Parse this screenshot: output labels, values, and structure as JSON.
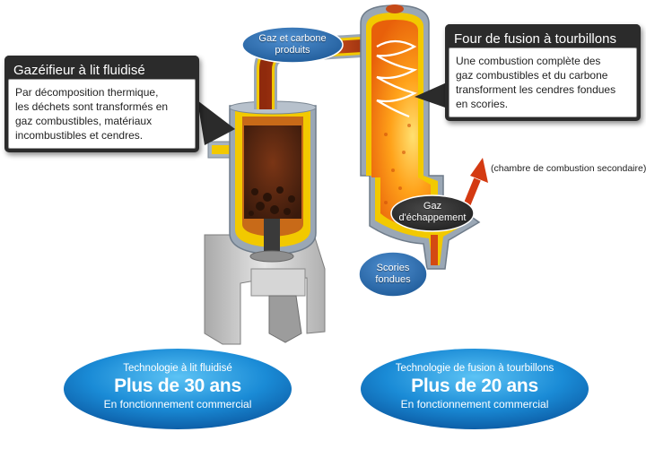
{
  "gasifier": {
    "title": "Gazéifieur à lit fluidisé",
    "lines": [
      "Par décomposition thermique,",
      "les déchets sont transformés en",
      "gaz combustibles, matériaux",
      "incombustibles et cendres."
    ]
  },
  "furnace": {
    "title": "Four de fusion à tourbillons",
    "lines": [
      "Une combustion complète des",
      "gaz combustibles et du carbone",
      "transforment les cendres fondues",
      "en scories."
    ]
  },
  "labels": {
    "gas_carbon": [
      "Gaz et carbone",
      "produits"
    ],
    "exhaust": [
      "Gaz",
      "d'échappement"
    ],
    "slag": [
      "Scories",
      "fondues"
    ],
    "secondary": "(chambre de combustion secondaire)"
  },
  "tech_left": {
    "caption": "Technologie à lit fluidisé",
    "headline": "Plus de 30 ans",
    "subline": "En fonctionnement commercial"
  },
  "tech_right": {
    "caption": "Technologie de fusion à tourbillons",
    "headline": "Plus de 20 ans",
    "subline": "En fonctionnement commercial"
  },
  "colors": {
    "ellipse": "#1a8bd6",
    "callout_header": "#2b2b2b",
    "flame": "#ff9a00",
    "refractory": "#f2c900",
    "shell": "#9aa7b5",
    "duct": "#c8461c"
  }
}
